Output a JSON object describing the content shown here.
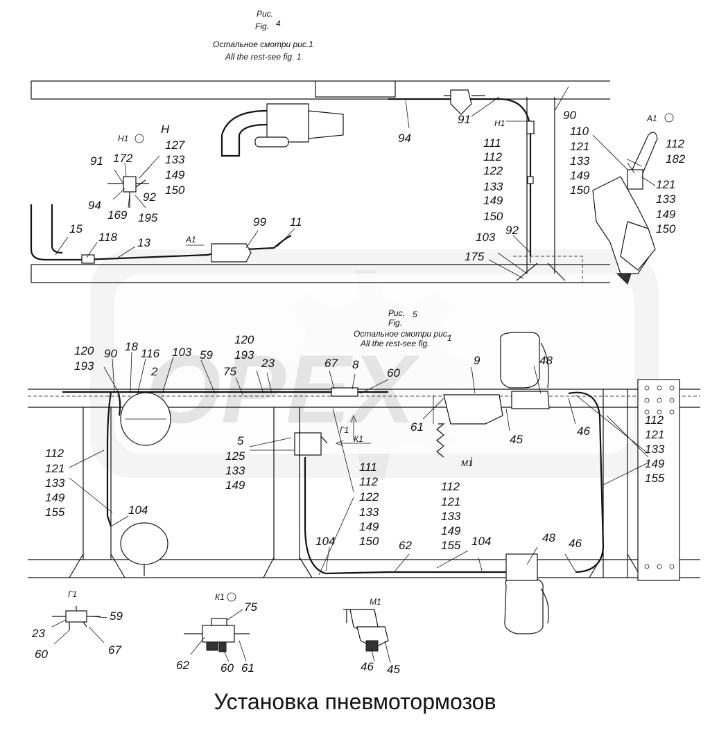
{
  "title": "Установка пневмотормозов",
  "watermark": "OPEX",
  "top_view": {
    "fig_ref": [
      "Рис.",
      "Fig.",
      "4"
    ],
    "note_ru": "Остальное смотри рис.1",
    "note_en": "All the rest-see fig. 1",
    "view_h": "H",
    "view_h1": "H1",
    "view_a1": "A1",
    "arrow_h1": "H1",
    "arrow_a1": "A1",
    "labels": {
      "p94": "94",
      "p91": "91",
      "p90": "90",
      "p110": "110",
      "p111": "111",
      "p112": "112",
      "p122": "122",
      "p133": "133",
      "p149": "149",
      "p150": "150",
      "p103": "103",
      "p92": "92",
      "p175": "175",
      "p99": "99",
      "p11": "11",
      "p15": "15",
      "p118": "118",
      "p13": "13",
      "h127": "127",
      "h133": "133",
      "h149": "149",
      "h150": "150",
      "h172": "172",
      "h91": "91",
      "h92": "92",
      "h94": "94",
      "h169": "169",
      "h195": "195",
      "a112": "112",
      "a182": "182",
      "a121": "121",
      "a133": "133",
      "a149": "149",
      "a150": "150",
      "b110": "110",
      "b121": "121",
      "b133": "133",
      "b149": "149",
      "b150": "150"
    }
  },
  "bottom_view": {
    "fig_ref": [
      "Рис.",
      "Fig.",
      "5"
    ],
    "note_ru": "Остальное смотри рис.",
    "note_en": "All the rest-see fig.",
    "note_num": "1",
    "arrow_g1": "Г1",
    "arrow_k1": "К1",
    "arrow_m1": "М1",
    "labels": {
      "p120a": "120",
      "p193a": "193",
      "p90": "90",
      "p18": "18",
      "p116": "116",
      "p103": "103",
      "p2": "2",
      "p59": "59",
      "p120b": "120",
      "p193b": "193",
      "p75": "75",
      "p23": "23",
      "p67": "67",
      "p8": "8",
      "p60": "60",
      "p9": "9",
      "p48a": "48",
      "p61": "61",
      "p45": "45",
      "p46a": "46",
      "p5": "5",
      "p125": "125",
      "p133a": "133",
      "p149a": "149",
      "l112": "112",
      "l121": "121",
      "l133": "133",
      "l149": "149",
      "l155": "155",
      "p104a": "104",
      "m111": "111",
      "m112": "112",
      "m122": "122",
      "m133": "133",
      "m149": "149",
      "m150": "150",
      "n112": "112",
      "n121": "121",
      "n133": "133",
      "n149": "149",
      "n155": "155",
      "p104b": "104",
      "p62": "62",
      "p104c": "104",
      "p48b": "48",
      "p46b": "46",
      "r112": "112",
      "r121": "121",
      "r133": "133",
      "r149": "149",
      "r155": "155"
    }
  },
  "detail_g1": {
    "title": "Г1",
    "labels": [
      "59",
      "23",
      "60",
      "67"
    ]
  },
  "detail_k1": {
    "title": "К1",
    "labels": [
      "75",
      "62",
      "60",
      "61"
    ]
  },
  "detail_m1": {
    "title": "М1",
    "labels": [
      "46",
      "45"
    ]
  }
}
